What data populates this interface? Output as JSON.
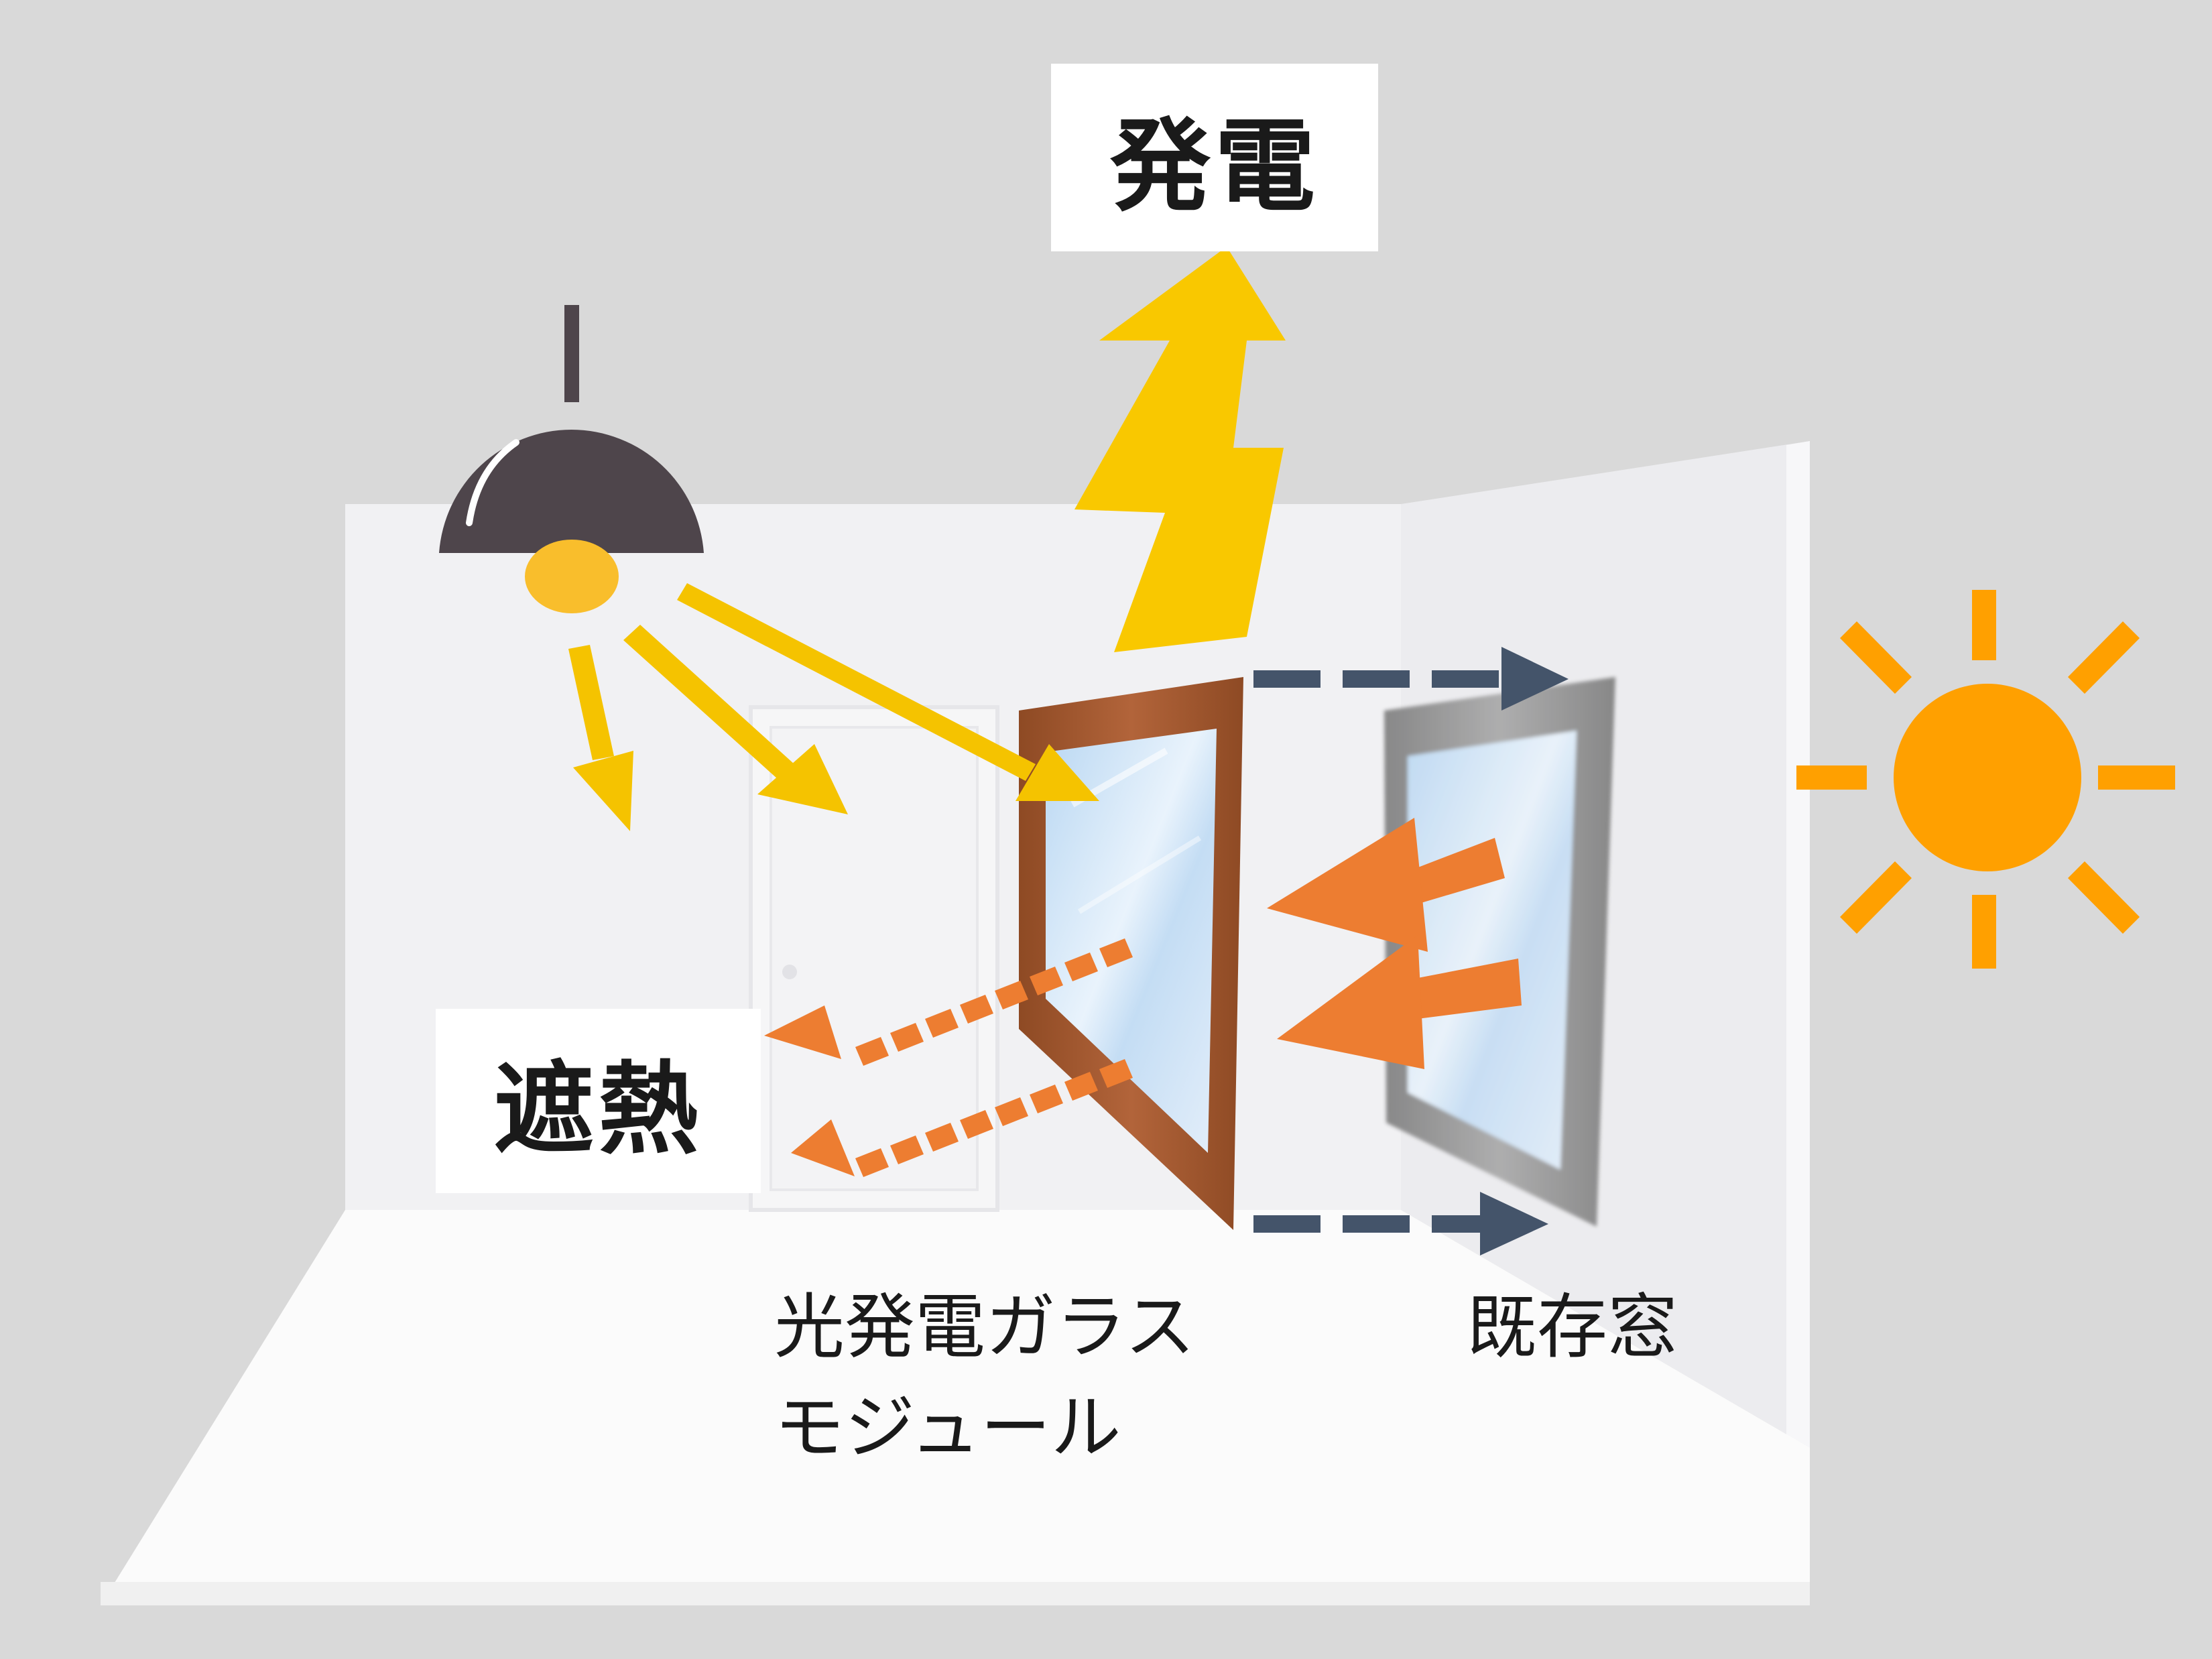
{
  "labels": {
    "power_generation": "発電",
    "heat_shielding": "遮熱"
  },
  "captions": {
    "module_line1": "光発電ガラス",
    "module_line2": "モジュール",
    "existing_window": "既存窓"
  },
  "icons": {
    "lamp": "pendant-lamp-icon",
    "sun": "sun-icon",
    "lightning": "lightning-bolt-icon"
  },
  "colors": {
    "background": "#d9d9d9",
    "light_arrow": "#f5c300",
    "heat_arrow": "#ed7d31",
    "sun": "#ffa000",
    "flow_arrow": "#44546a",
    "module_frame": "#a0522d",
    "existing_frame": "#8c8c8c",
    "lamp_shade": "#4e454b",
    "bulb": "#f9be2c"
  }
}
